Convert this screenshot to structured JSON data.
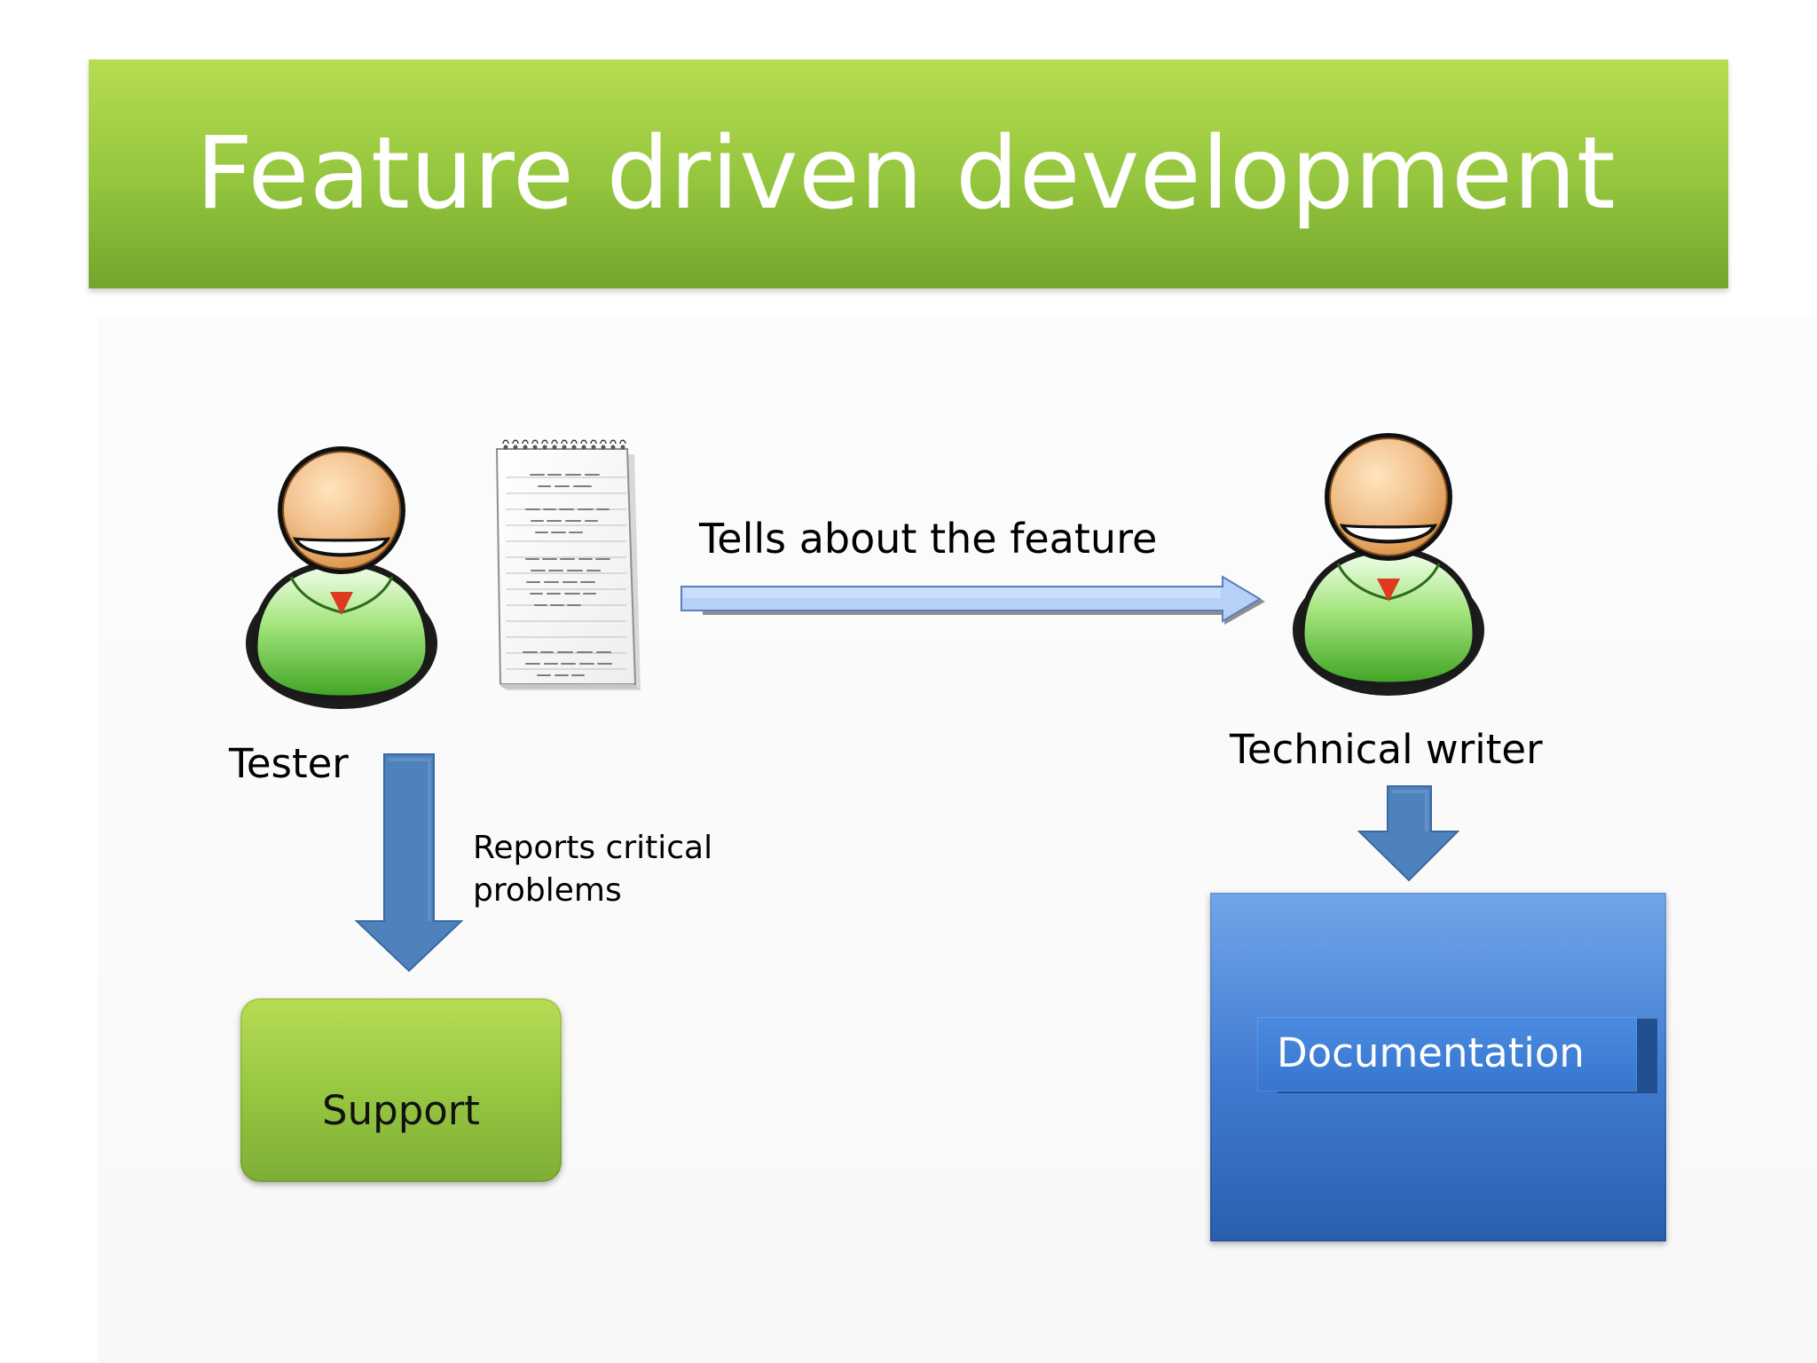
{
  "title": "Feature driven development",
  "labels": {
    "tester": "Tester",
    "tells_about_feature": "Tells about the feature",
    "technical_writer": "Technical writer",
    "reports_line1": "Reports critical",
    "reports_line2": "problems",
    "support": "Support",
    "documentation": "Documentation"
  },
  "icons": {
    "tester": "user-icon",
    "writer": "user-icon",
    "notes": "notepad-icon"
  },
  "colors": {
    "title_green": "#9ccc45",
    "support_green": "#99c842",
    "doc_blue": "#3b78d1",
    "arrow_blue": "#4f81bd",
    "arrow_light_blue": "#aecbf6"
  }
}
